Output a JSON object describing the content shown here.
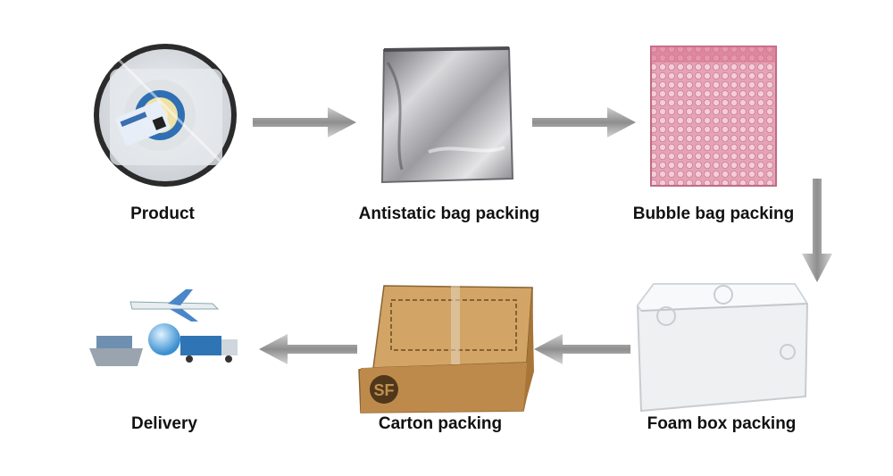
{
  "steps": [
    {
      "id": "product",
      "label": "Product"
    },
    {
      "id": "antistatic",
      "label": "Antistatic bag packing"
    },
    {
      "id": "bubble",
      "label": "Bubble bag packing"
    },
    {
      "id": "foam",
      "label": "Foam box packing"
    },
    {
      "id": "carton",
      "label": "Carton packing"
    },
    {
      "id": "delivery",
      "label": "Delivery"
    }
  ],
  "carton_logo": "SF",
  "colors": {
    "arrow": "#8a8a8a",
    "bubble": "#e8a0b4",
    "foil": "#b8b8bc",
    "carton": "#c79a5e",
    "foam": "#f2f4f6"
  },
  "icons": [
    "tape-reel-icon",
    "foil-bag-icon",
    "bubble-bag-icon",
    "foam-box-icon",
    "carton-box-icon",
    "logistics-icon"
  ]
}
